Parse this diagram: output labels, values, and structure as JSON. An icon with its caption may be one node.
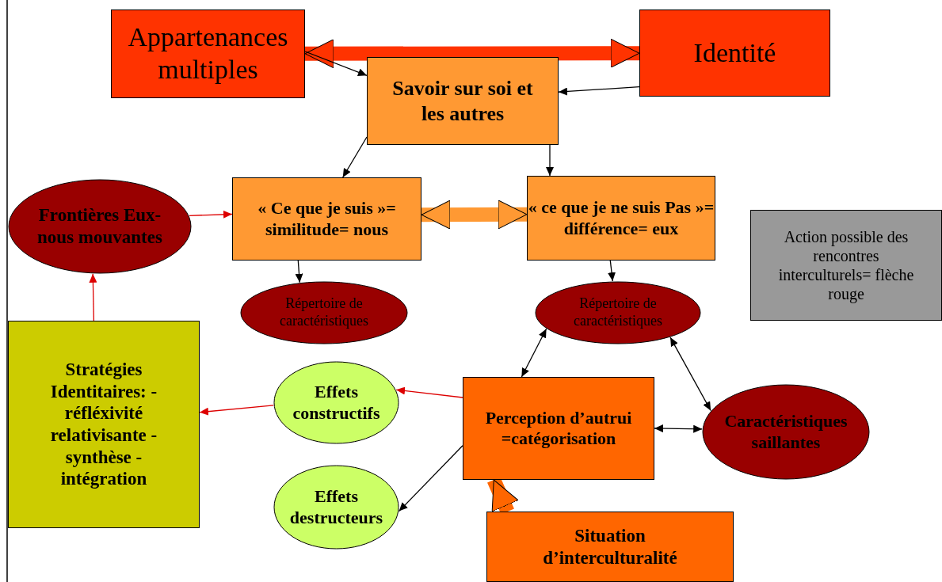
{
  "diagram": {
    "nodes": [
      {
        "text": [
          "Appartenances multiples"
        ]
      },
      {
        "text": [
          "Identité"
        ]
      },
      {
        "text": [
          "Savoir sur soi et les autres"
        ]
      },
      {
        "text": [
          "Frontières Eux-nous mouvantes"
        ]
      },
      {
        "text": [
          "« Ce que je suis »= similitude= nous"
        ]
      },
      {
        "text": [
          "« ce que je ne suis Pas »= différence= eux"
        ]
      },
      {
        "text": [
          "Action possible des rencontres interculturels= flèche rouge"
        ]
      },
      {
        "text": [
          "Répertoire de caractéristiques"
        ]
      },
      {
        "text": [
          "Répertoire de caractéristiques"
        ]
      },
      {
        "text": [
          "Stratégies Identitaires: -réfléxivité relativisante - synthèse -intégration"
        ]
      },
      {
        "text": [
          "Effets constructifs"
        ]
      },
      {
        "text": [
          "Perception d’autrui =catégorisation"
        ]
      },
      {
        "text": [
          "Caractéristiques saillantes"
        ]
      },
      {
        "text": [
          "Effets destructeurs"
        ]
      },
      {
        "text": [
          "Situation d’interculturalité"
        ]
      }
    ],
    "edges": [
      {
        "from": 0,
        "to": 1,
        "arrow": "both",
        "style": "thick",
        "color": "#ff3300"
      },
      {
        "from": 0,
        "to": 2,
        "arrow": "to"
      },
      {
        "from": 1,
        "to": 2,
        "arrow": "to"
      },
      {
        "from": 2,
        "to": 4,
        "arrow": "to"
      },
      {
        "from": 2,
        "to": 5,
        "arrow": "to"
      },
      {
        "from": 3,
        "to": 4,
        "arrow": "to",
        "color": "#dd0000"
      },
      {
        "from": 4,
        "to": 5,
        "arrow": "both",
        "style": "thick",
        "color": "#ff9933"
      },
      {
        "from": 4,
        "to": 7,
        "arrow": "to"
      },
      {
        "from": 5,
        "to": 8,
        "arrow": "to"
      },
      {
        "from": 9,
        "to": 3,
        "arrow": "to",
        "color": "#dd0000"
      },
      {
        "from": 10,
        "to": 9,
        "arrow": "to",
        "color": "#dd0000"
      },
      {
        "from": 11,
        "to": 10,
        "arrow": "to",
        "color": "#dd0000"
      },
      {
        "from": 11,
        "to": 13,
        "arrow": "to"
      },
      {
        "from": 8,
        "to": 11,
        "arrow": "both"
      },
      {
        "from": 8,
        "to": 12,
        "arrow": "both"
      },
      {
        "from": 11,
        "to": 12,
        "arrow": "both"
      },
      {
        "from": 14,
        "to": 11,
        "arrow": "to",
        "style": "thick",
        "color": "#ff6600"
      }
    ]
  }
}
